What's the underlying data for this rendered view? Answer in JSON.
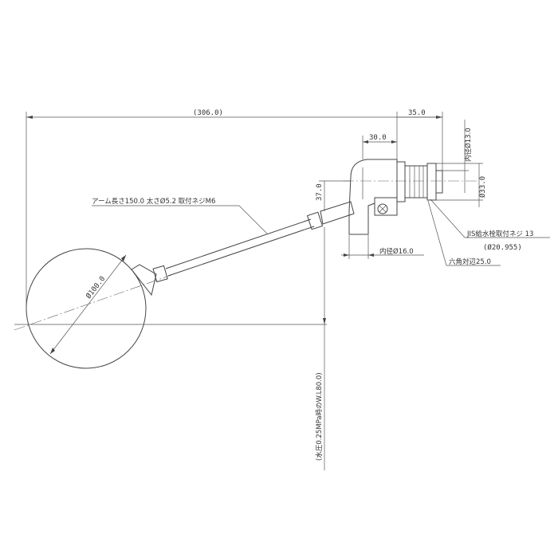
{
  "dimensions": {
    "overall_length": "(306.0)",
    "top_right_width": "35.0",
    "elbow_width": "30.0",
    "elbow_height": "37.0",
    "float_diameter": "Ø100.0",
    "inner_diameter_top": "内径Ø13.0",
    "outer_diameter": "Ø33.0",
    "inner_diameter_16": "内径Ø16.0"
  },
  "callouts": {
    "arm_spec": "アーム長さ150.0 太さØ5.2 取付ネジM6",
    "jis_thread": "JIS給水栓取付ネジ 13",
    "jis_thread_diameter": "(Ø20.955)",
    "hex_width": "六角対辺25.0",
    "water_pressure": "(水圧0.25MPa時のW.L80.0)"
  }
}
